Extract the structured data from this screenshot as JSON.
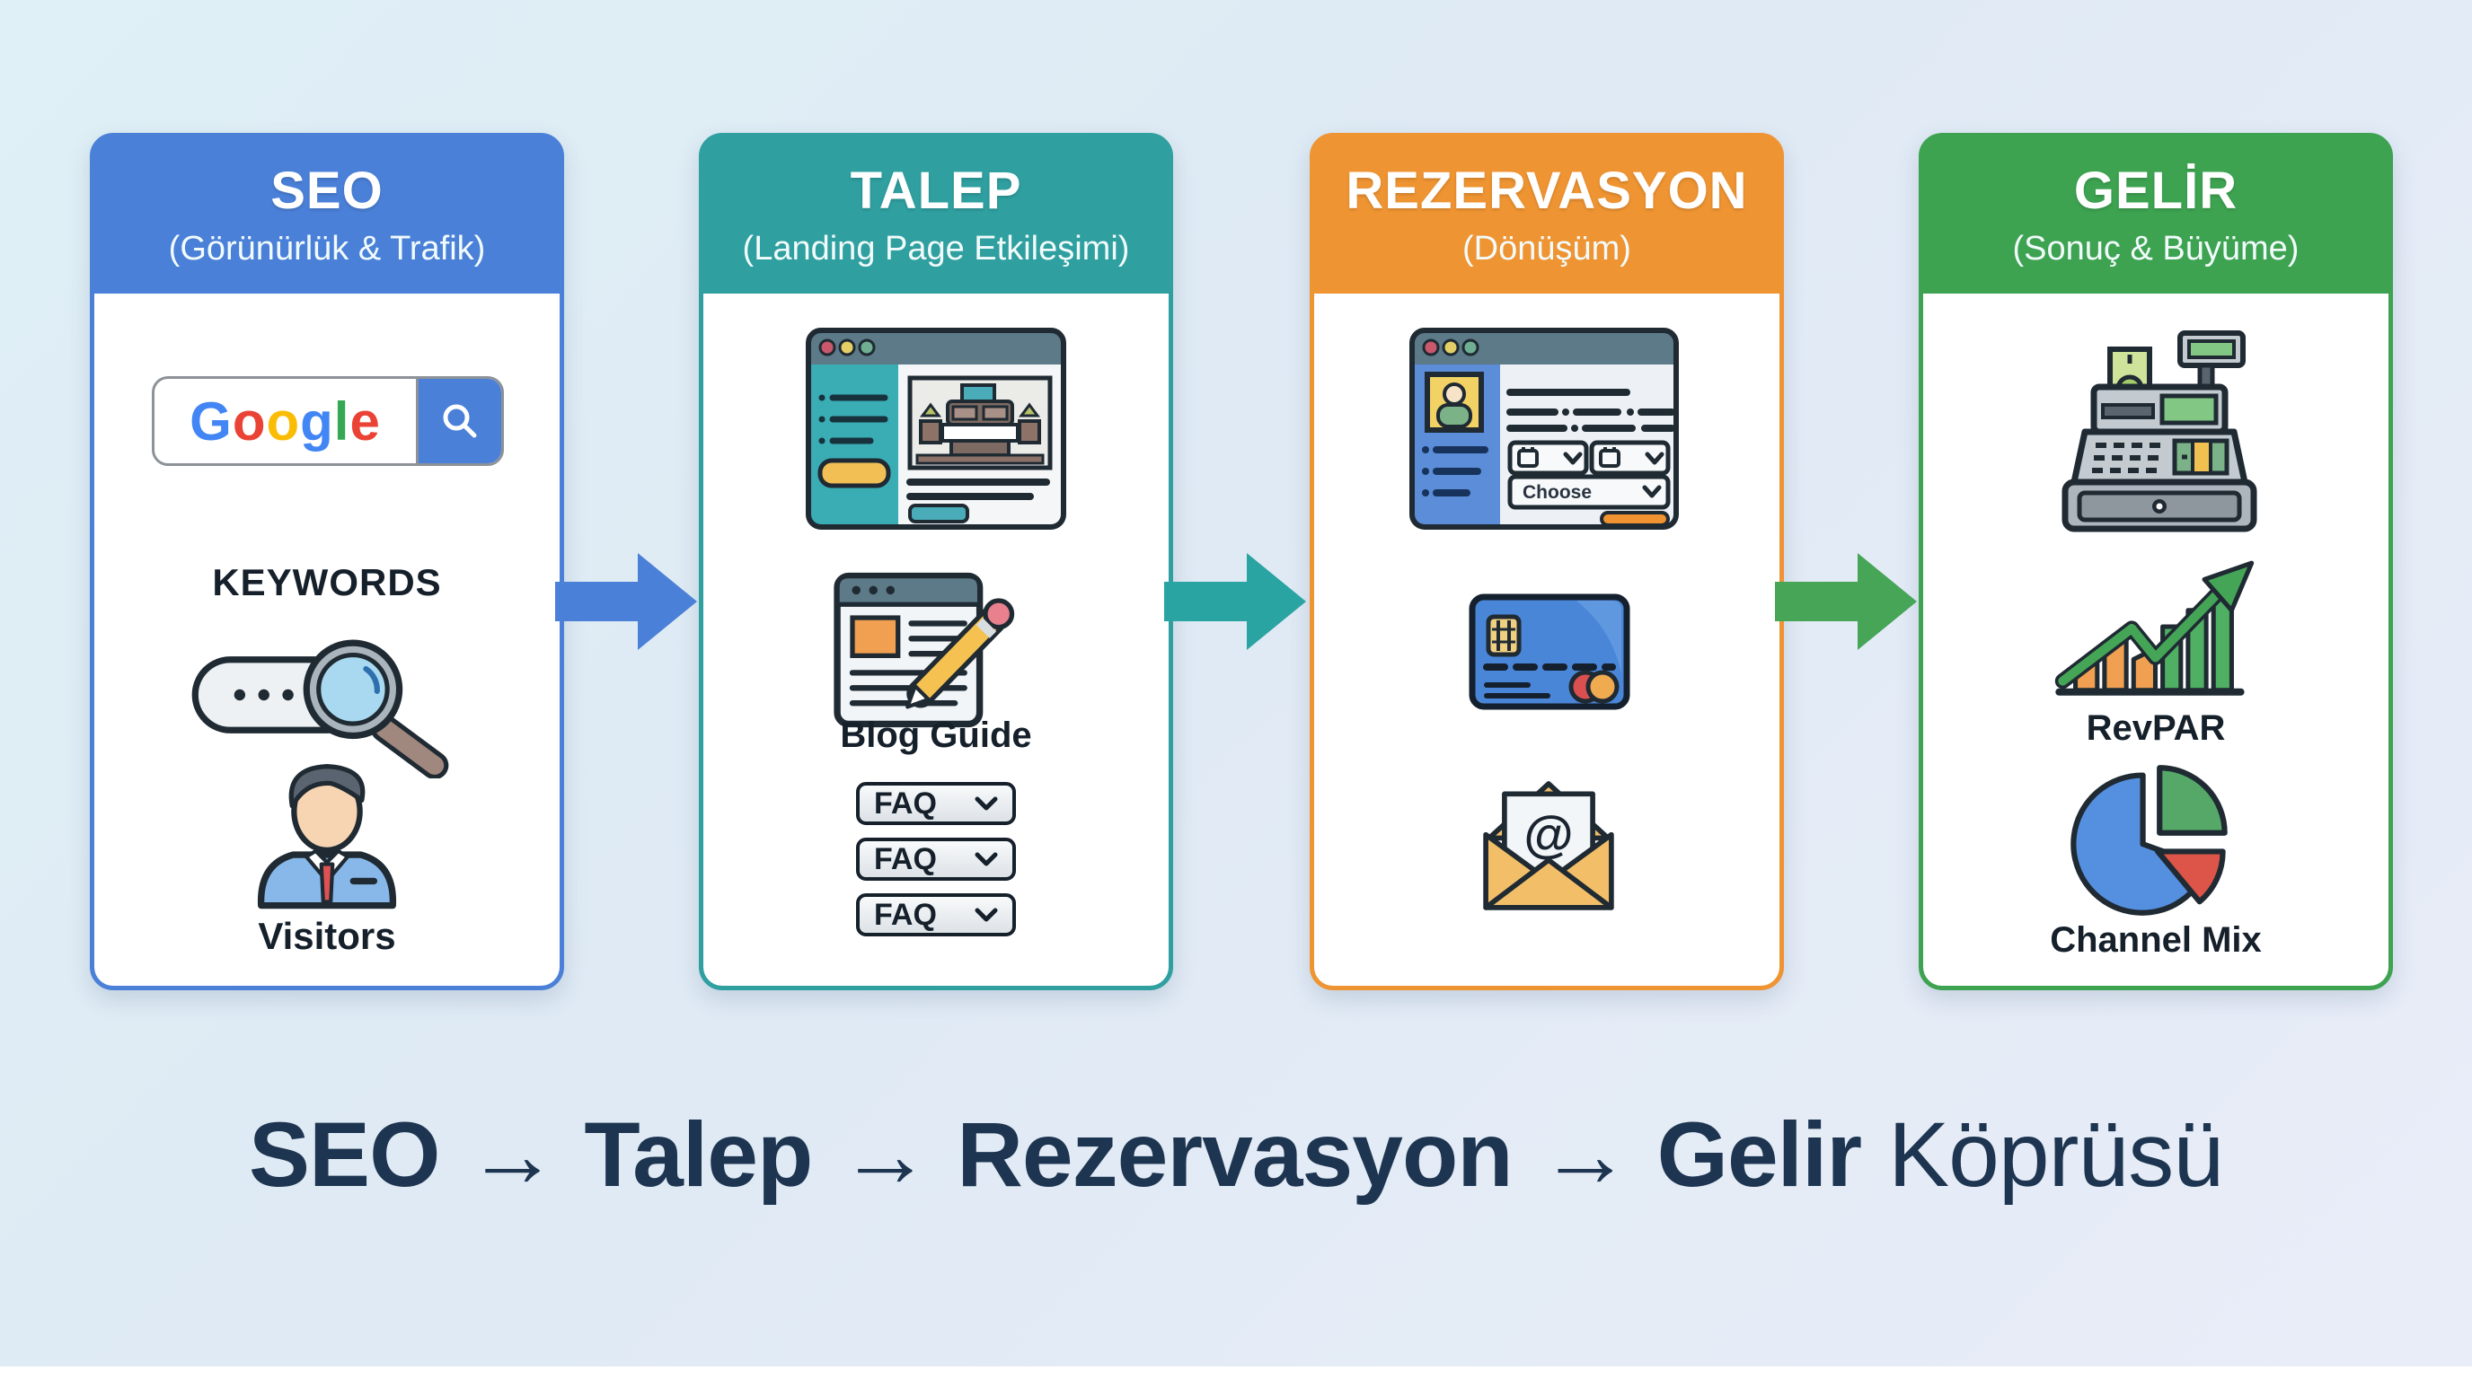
{
  "colors": {
    "blue": "#4a80d8",
    "teal": "#2f9fa0",
    "orange": "#ef9432",
    "green": "#3da351",
    "navy": "#1d3550",
    "ink": "#1f2a33",
    "slate-bar": "#5d7a88",
    "card-bg": "#ffffff"
  },
  "cards": [
    {
      "title": "SEO",
      "subtitle": "(Görünürlük & Trafik)"
    },
    {
      "title": "TALEP",
      "subtitle": "(Landing Page Etkileşimi)"
    },
    {
      "title": "REZERVASYON",
      "subtitle": "(Dönüşüm)"
    },
    {
      "title": "GELİR",
      "subtitle": "(Sonuç & Büyüme)"
    }
  ],
  "seo": {
    "google_letters": [
      {
        "ch": "G",
        "color": "#4285F4"
      },
      {
        "ch": "o",
        "color": "#EA4335"
      },
      {
        "ch": "o",
        "color": "#FBBC05"
      },
      {
        "ch": "g",
        "color": "#4285F4"
      },
      {
        "ch": "l",
        "color": "#34A853"
      },
      {
        "ch": "e",
        "color": "#EA4335"
      }
    ],
    "keywords_label": "KEYWORDS",
    "visitors_label": "Visitors"
  },
  "talep": {
    "blog_label": "Blog Guide",
    "faq_items": [
      "FAQ",
      "FAQ",
      "FAQ"
    ]
  },
  "rezervasyon": {
    "choose_label": "Choose"
  },
  "gelir": {
    "revpar_label": "RevPAR",
    "channel_label": "Channel Mix"
  },
  "headline": {
    "parts_bold": [
      "SEO",
      "→",
      "Talep",
      "→",
      "Rezervasyon",
      "→",
      "Gelir"
    ],
    "part_light": "Köprüsü"
  },
  "icons": {
    "search-icon": "🔍",
    "chevron-down-icon": "⌄",
    "calendar-icon": "▦",
    "keywords-icon": "search pill + magnifier",
    "visitor-icon": "person bust",
    "landing-page-icon": "browser with bedroom photo",
    "blog-guide-icon": "document + pencil",
    "booking-form-icon": "browser with date selects",
    "credit-card-icon": "bank card",
    "email-icon": "envelope with @",
    "cash-register-icon": "cash register",
    "revpar-chart-icon": "rising bars with arrow",
    "channel-mix-icon": "pie chart"
  }
}
